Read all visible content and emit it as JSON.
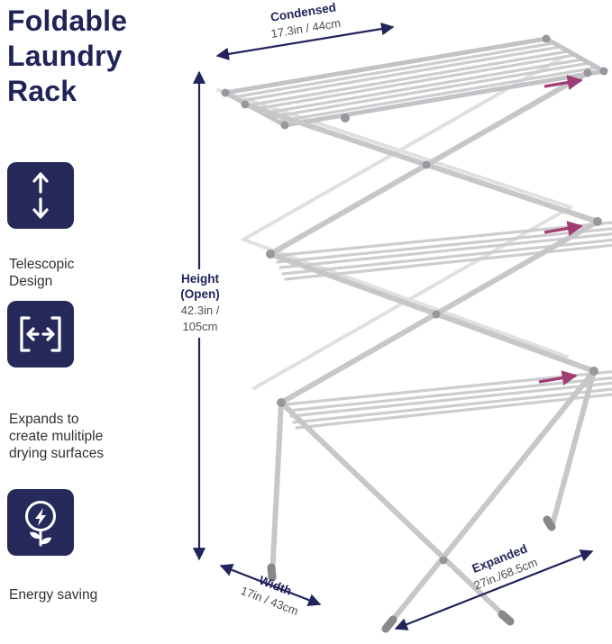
{
  "title": {
    "lines": [
      "Foldable",
      "Laundry",
      "Rack"
    ]
  },
  "features": [
    {
      "icon": "telescopic-icon",
      "lines": [
        "Telescopic",
        "Design"
      ]
    },
    {
      "icon": "expand-icon",
      "lines": [
        "Expands to",
        "create mulitiple",
        "drying surfaces"
      ]
    },
    {
      "icon": "energy-saving-icon",
      "lines": [
        "Energy saving"
      ]
    }
  ],
  "dimensions": {
    "condensed": {
      "label": "Condensed",
      "value": "17.3in / 44cm"
    },
    "height": {
      "label_line1": "Height",
      "label_line2": "(Open)",
      "value_line1": "42.3in /",
      "value_line2": "105cm"
    },
    "width": {
      "label": "Width",
      "value": "17in / 43cm"
    },
    "expanded": {
      "label": "Expanded",
      "value": "27in./68.5cm"
    }
  },
  "colors": {
    "navy": "#20245a",
    "value_gray": "#4c4c55",
    "rack_gray": "#c7c7ca",
    "joint_gray": "#97979c",
    "magenta": "#a03d73",
    "background": "#ffffff"
  }
}
